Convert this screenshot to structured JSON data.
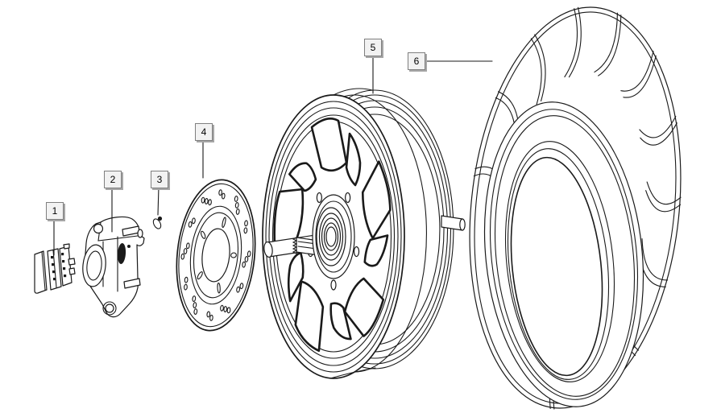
{
  "diagram": {
    "background_color": "#ffffff",
    "line_color": "#1a1a1a",
    "callout_box_style": {
      "fill_color": "#f2f2f2",
      "border_color": "#7f7f7f",
      "shadow_color": "#a6a6a6",
      "text_color": "#000000"
    },
    "callouts": [
      {
        "label": "1"
      },
      {
        "label": "2"
      },
      {
        "label": "3"
      },
      {
        "label": "4"
      },
      {
        "label": "5"
      },
      {
        "label": "6"
      }
    ]
  }
}
